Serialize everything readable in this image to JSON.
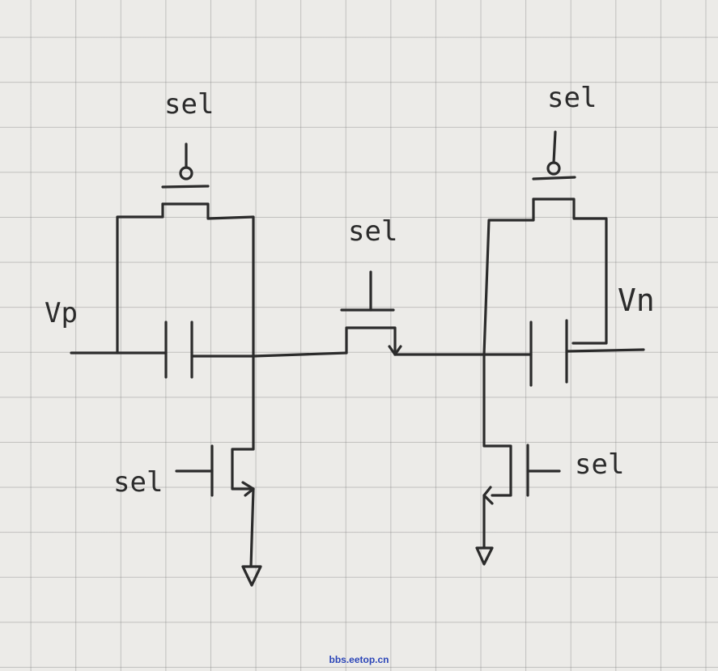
{
  "labels": {
    "vp": "Vp",
    "vn": "Vn",
    "sel_top_left": "sel",
    "sel_top_right": "sel",
    "sel_center": "sel",
    "sel_bottom_left": "sel",
    "sel_bottom_right": "sel"
  },
  "watermark": "bbs.eetop.cn",
  "colors": {
    "ink": "#2b2b2b",
    "paper": "#ecebe8",
    "grid": "#9a9a9a",
    "watermark": "#2c46b8"
  }
}
